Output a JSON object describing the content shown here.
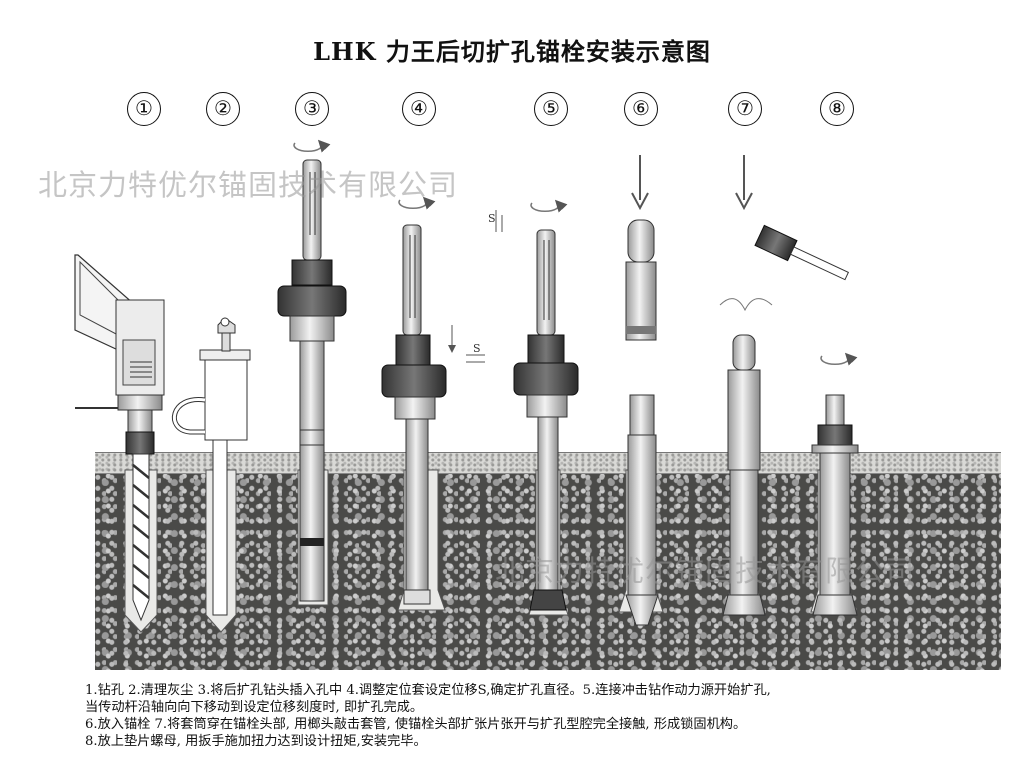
{
  "title": "LHK 力王后切扩孔锚栓安装示意图",
  "steps": [
    "①",
    "②",
    "③",
    "④",
    "⑤",
    "⑥",
    "⑦",
    "⑧"
  ],
  "watermark": "北京力特优尔锚固技术有限公司",
  "depth_label": "S",
  "caption": {
    "line1": "1.钻孔 2.清理灰尘 3.将后扩孔钻头插入孔中 4.调整定位套设定位移S,确定扩孔直径。5.连接冲击钻作动力源开始扩孔,",
    "line2": "当传动杆沿轴向向下移动到设定位移刻度时, 即扩孔完成。",
    "line3": "6.放入锚栓 7.将套筒穿在锚栓头部, 用榔头敲击套管, 使锚栓头部扩张片张开与扩孔型腔完全接触, 形成锁固机构。",
    "line4": "8.放上垫片螺母, 用扳手施加扭力达到设计扭矩,安装完毕。"
  }
}
